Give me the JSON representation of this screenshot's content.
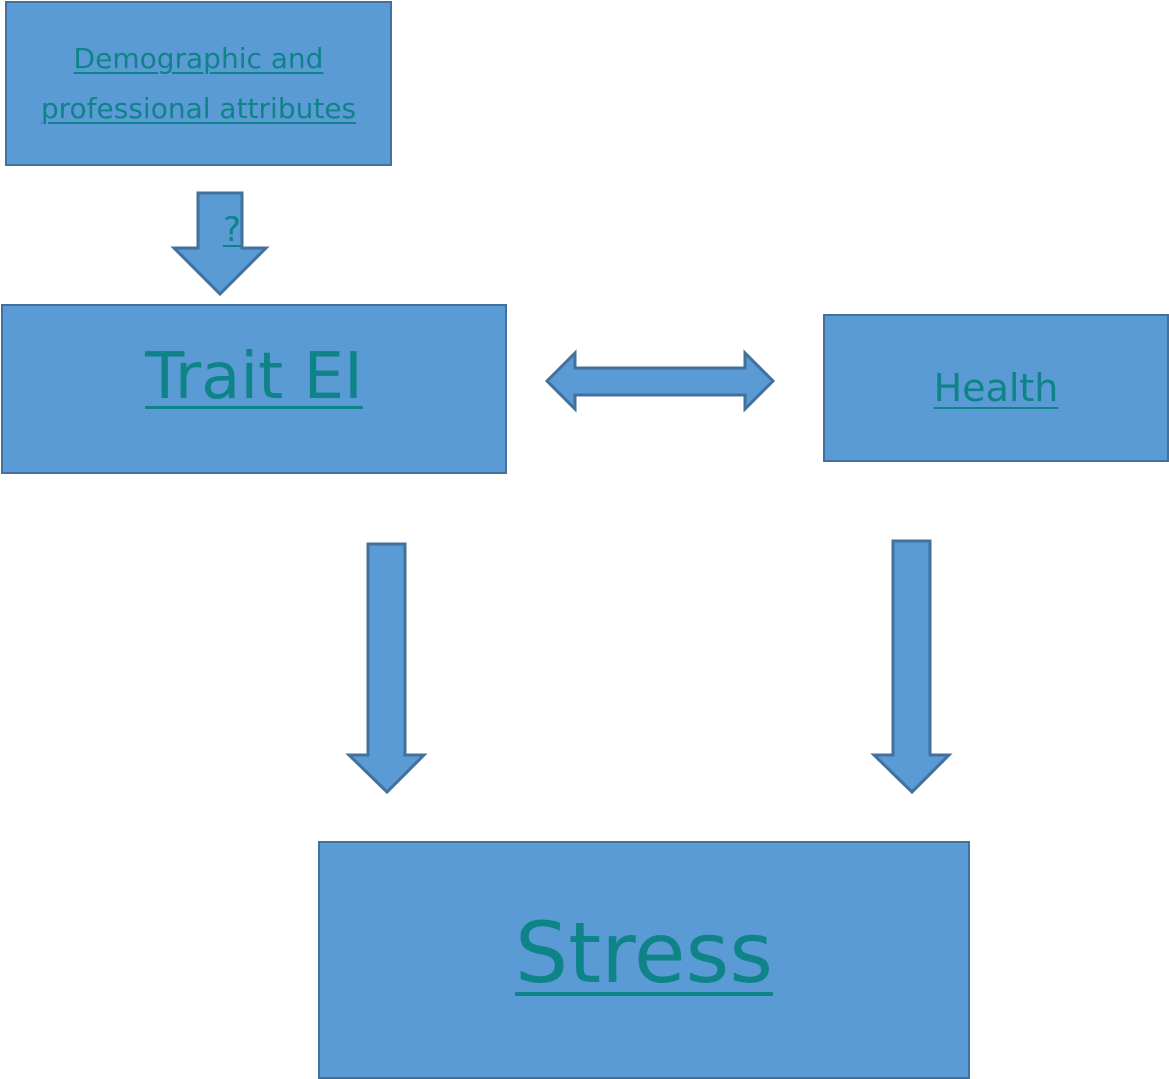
{
  "diagram": {
    "nodes": {
      "demographic": {
        "line1": "Demographic and",
        "line2": "professional attributes"
      },
      "trait_ei": {
        "label": "Trait EI"
      },
      "health": {
        "label": "Health"
      },
      "stress": {
        "label": "Stress"
      }
    },
    "edges": {
      "demographic_to_trait": {
        "label": "?"
      },
      "trait_health": {
        "label": ""
      },
      "trait_to_stress": {
        "label": ""
      },
      "health_to_stress": {
        "label": ""
      }
    },
    "colors": {
      "box_fill": "#5b9bd5",
      "box_border": "#41719c",
      "text": "#0e8388"
    }
  }
}
